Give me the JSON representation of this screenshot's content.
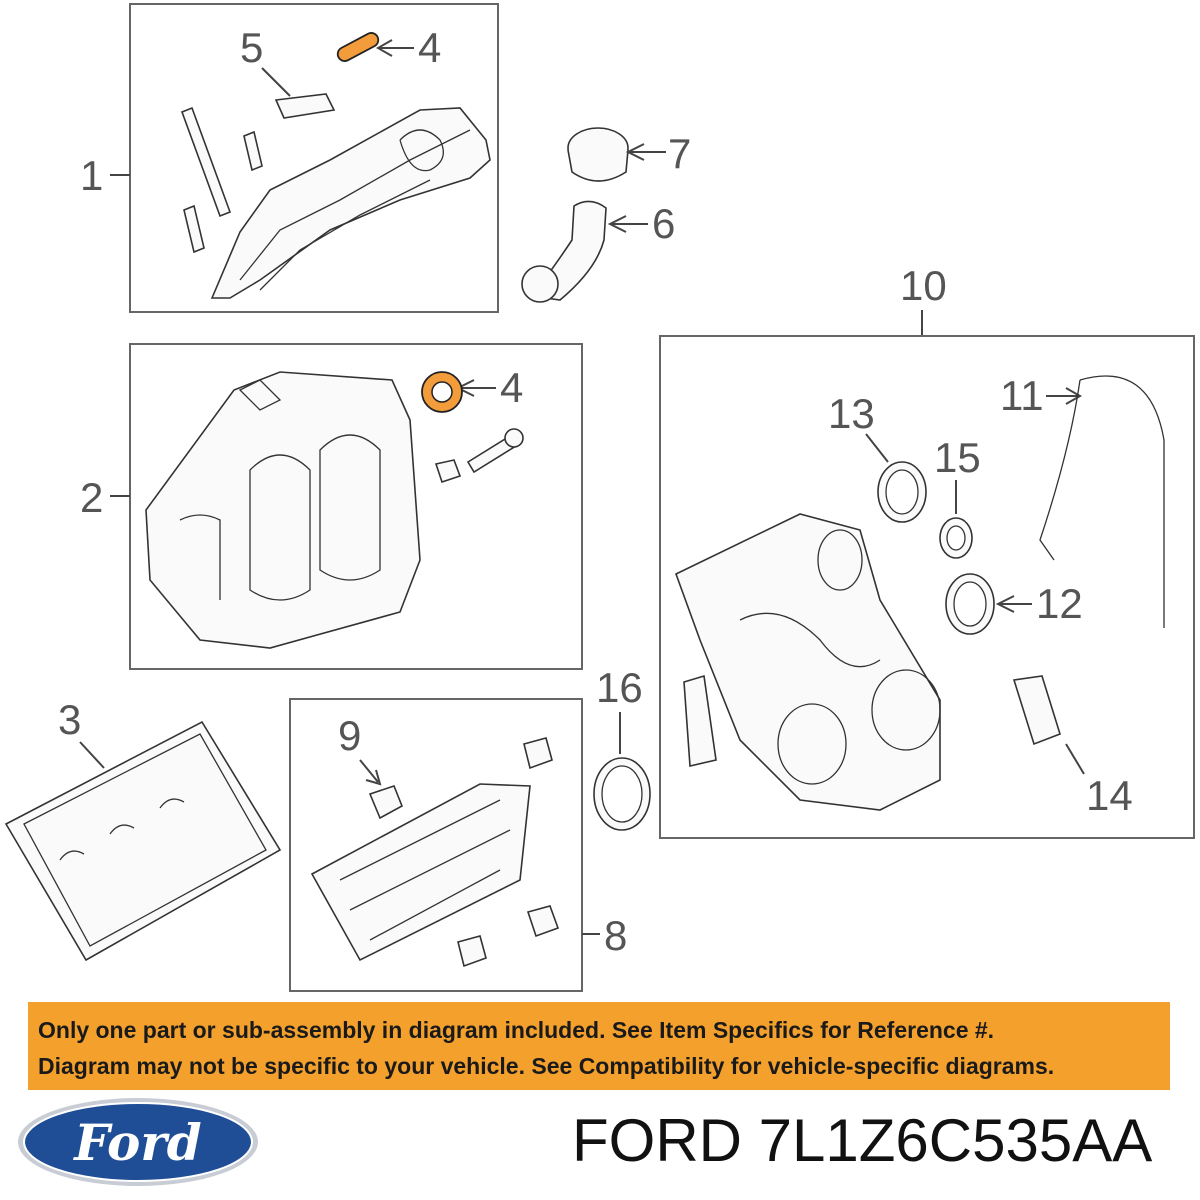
{
  "callouts": {
    "c1": "1",
    "c2": "2",
    "c3": "3",
    "c4a": "4",
    "c4b": "4",
    "c5": "5",
    "c6": "6",
    "c7": "7",
    "c8": "8",
    "c9": "9",
    "c10": "10",
    "c11": "11",
    "c12": "12",
    "c13": "13",
    "c14": "14",
    "c15": "15",
    "c16": "16"
  },
  "notice": {
    "line1": "Only one part or sub-assembly in diagram included. See Item Specifics for Reference #.",
    "line2": "Diagram may not be specific to your vehicle. See Compatibility for vehicle-specific diagrams.",
    "background": "#f4a02c"
  },
  "logo": {
    "text": "Ford",
    "color": "#1f4e96"
  },
  "part_number": "FORD 7L1Z6C535AA",
  "highlight_color": "#f39c3c"
}
